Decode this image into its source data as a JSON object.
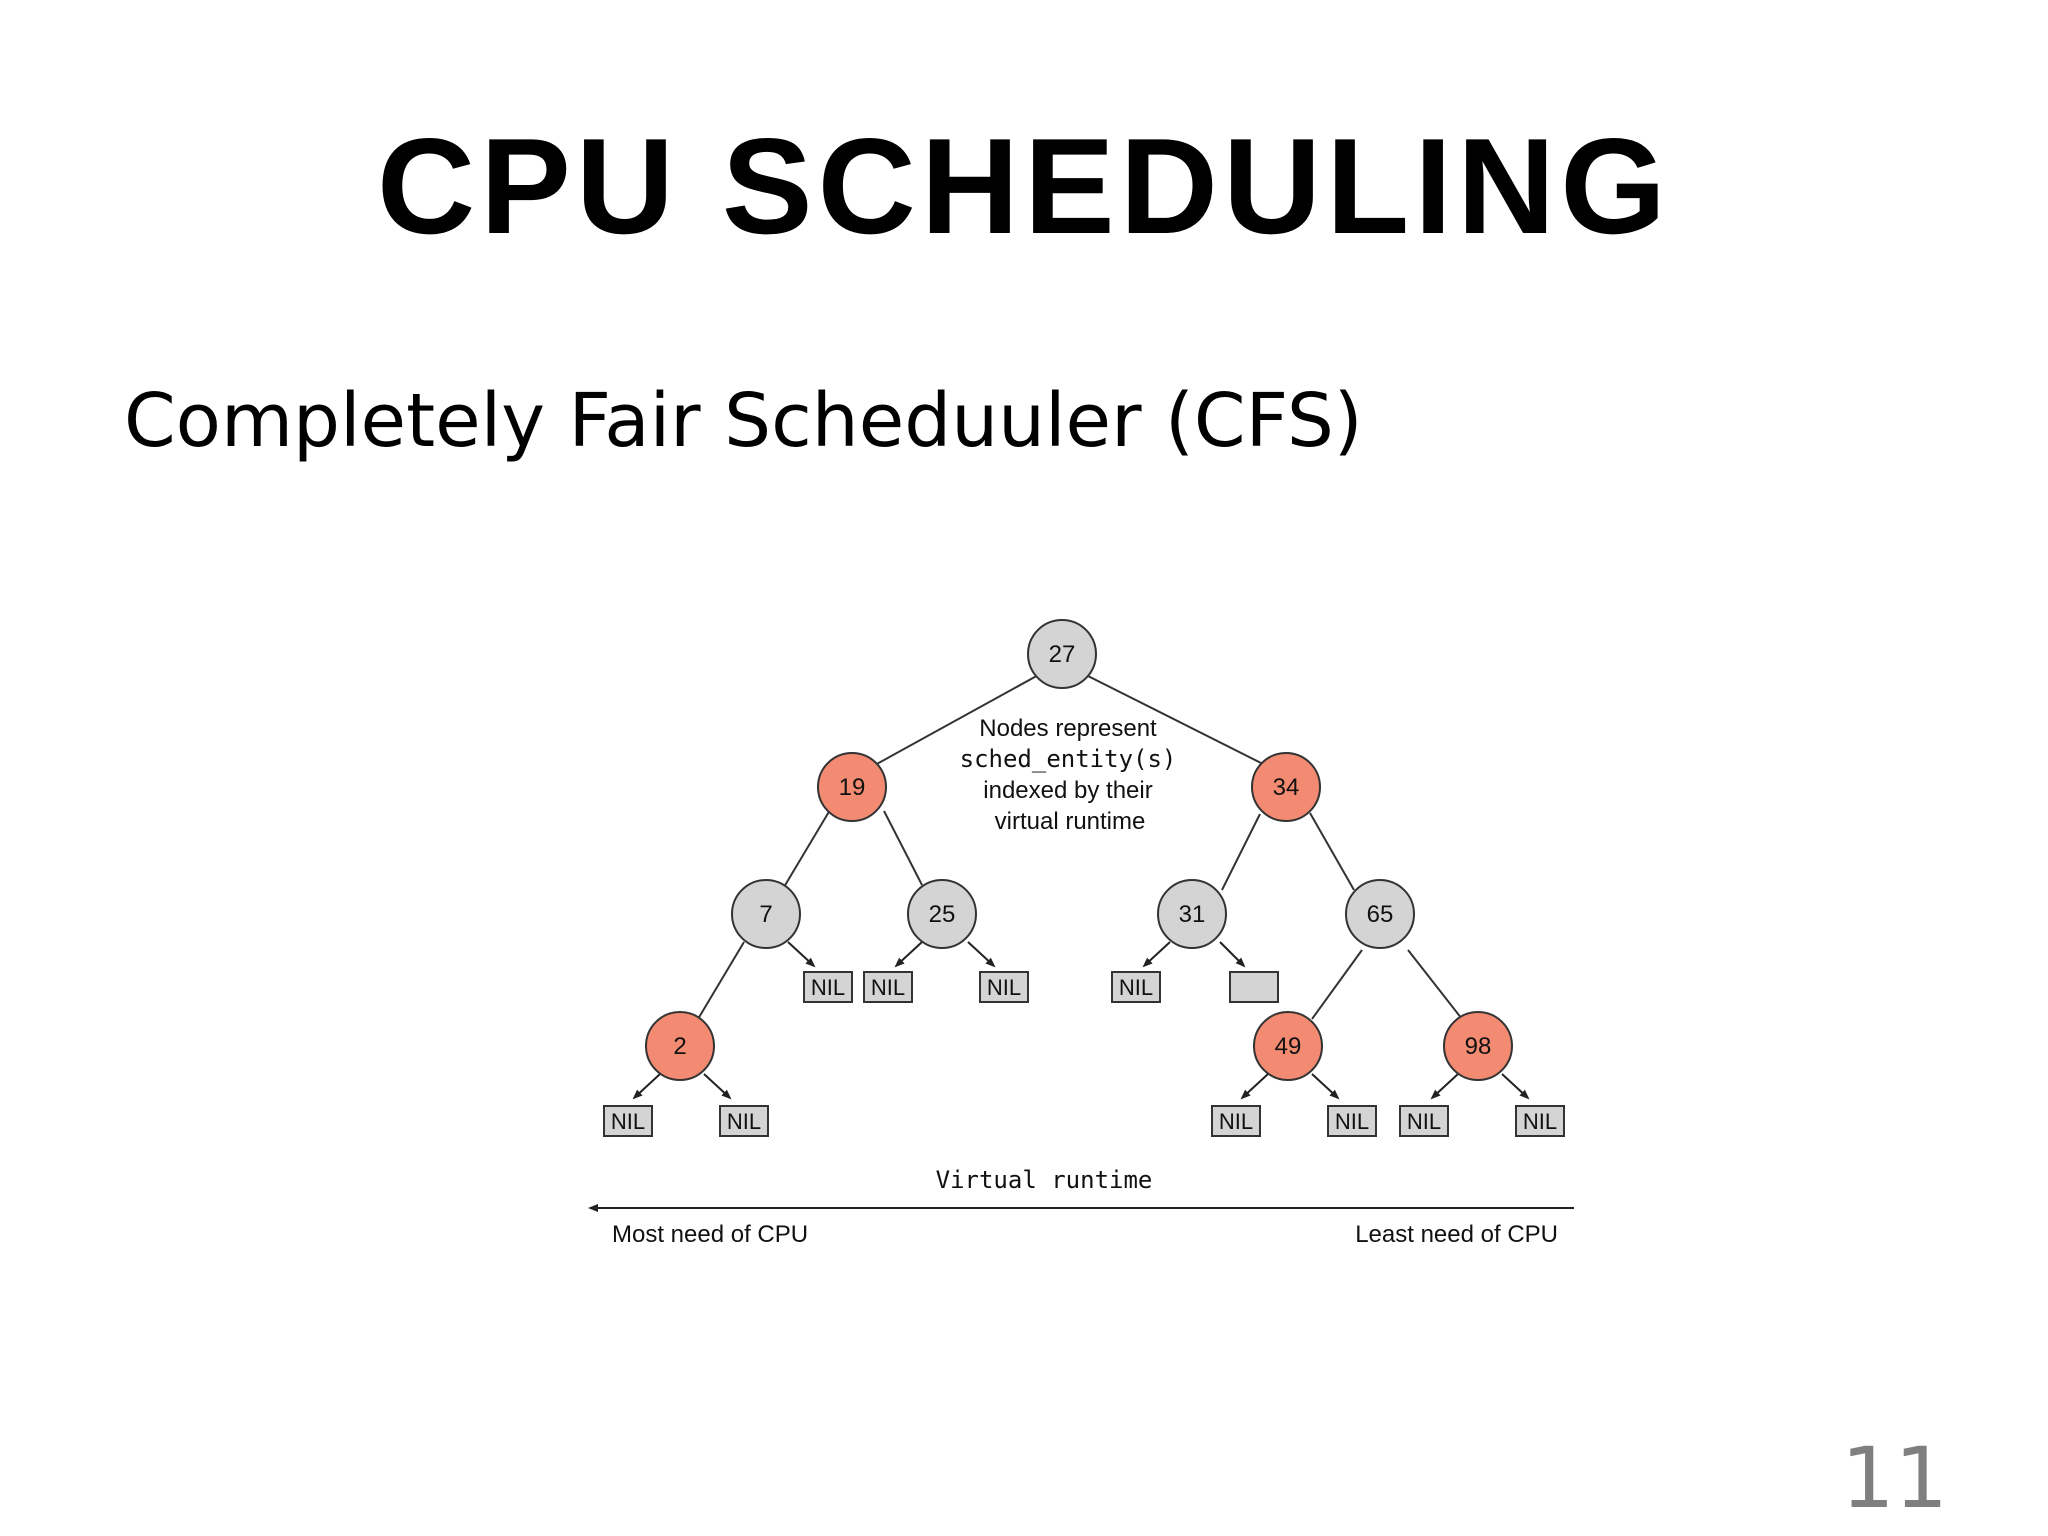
{
  "slide": {
    "title": "CPU SCHEDULING",
    "subtitle": "Completely Fair Scheduuler (CFS)",
    "page_number": "11"
  },
  "diagram": {
    "colors": {
      "red_node": "#f28b72",
      "black_node": "#d4d4d4",
      "outline": "#333333"
    },
    "caption_lines": [
      "Nodes represent",
      "sched_entity(s)",
      "indexed by their",
      "virtual runtime"
    ],
    "nil_label": "NIL",
    "axis": {
      "title": "Virtual runtime",
      "left_label": "Most need of CPU",
      "right_label": "Least need of CPU"
    }
  }
}
